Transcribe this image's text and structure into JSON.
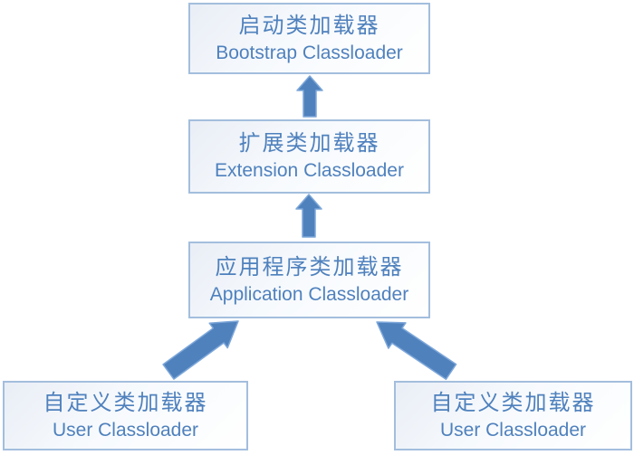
{
  "diagram": {
    "name": "Java ClassLoader hierarchy",
    "boxes": {
      "bootstrap": {
        "zh": "启动类加载器",
        "en": "Bootstrap Classloader"
      },
      "extension": {
        "zh": "扩展类加载器",
        "en": "Extension Classloader"
      },
      "application": {
        "zh": "应用程序类加载器",
        "en": "Application Classloader"
      },
      "user_left": {
        "zh": "自定义类加载器",
        "en": "User Classloader"
      },
      "user_right": {
        "zh": "自定义类加载器",
        "en": "User Classloader"
      }
    },
    "arrows": [
      {
        "from": "extension",
        "to": "bootstrap",
        "direction": "up"
      },
      {
        "from": "application",
        "to": "extension",
        "direction": "up"
      },
      {
        "from": "user_left",
        "to": "application",
        "direction": "up-right"
      },
      {
        "from": "user_right",
        "to": "application",
        "direction": "up-left"
      }
    ],
    "colors": {
      "text": "#4f81bd",
      "box_border": "#a3bedd",
      "box_fill_top": "#e9eef6",
      "box_fill_bottom": "#ffffff",
      "arrow_fill": "#4f81bd",
      "arrow_border": "#7da7d9",
      "background": "#ffffff"
    }
  }
}
